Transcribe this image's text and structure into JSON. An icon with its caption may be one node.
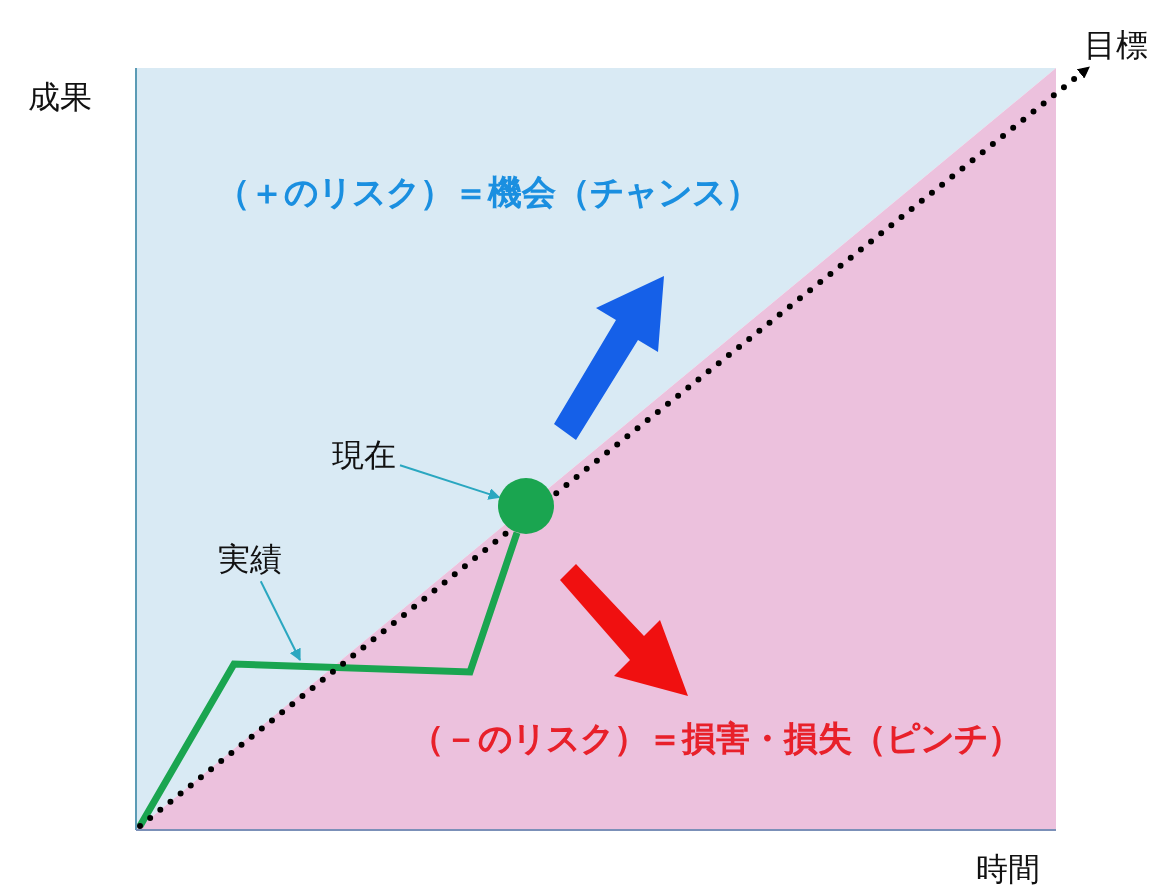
{
  "diagram": {
    "nodes": [
      {
        "text": [
          "目標"
        ]
      },
      {
        "text": [],
        "shape": "circle"
      },
      {
        "text": [
          "現在"
        ]
      },
      {
        "text": [
          "実績"
        ]
      }
    ],
    "edges": [
      {
        "from": null,
        "to": 0,
        "arrow": "to",
        "style": "dashed",
        "color": "#000000"
      },
      {
        "from": null,
        "to": 1,
        "arrow": "none",
        "style": "thick",
        "color": "#1aa550"
      },
      {
        "from": 2,
        "to": 1,
        "arrow": "to",
        "color": "#2aa7c0"
      },
      {
        "from": 3,
        "to": null,
        "arrow": "to",
        "color": "#2aa7c0"
      }
    ],
    "labels": [
      "成果",
      "（＋のリスク）＝機会（チャンス）",
      "（－のリスク）＝損害・損失（ピンチ）",
      "時間"
    ]
  }
}
